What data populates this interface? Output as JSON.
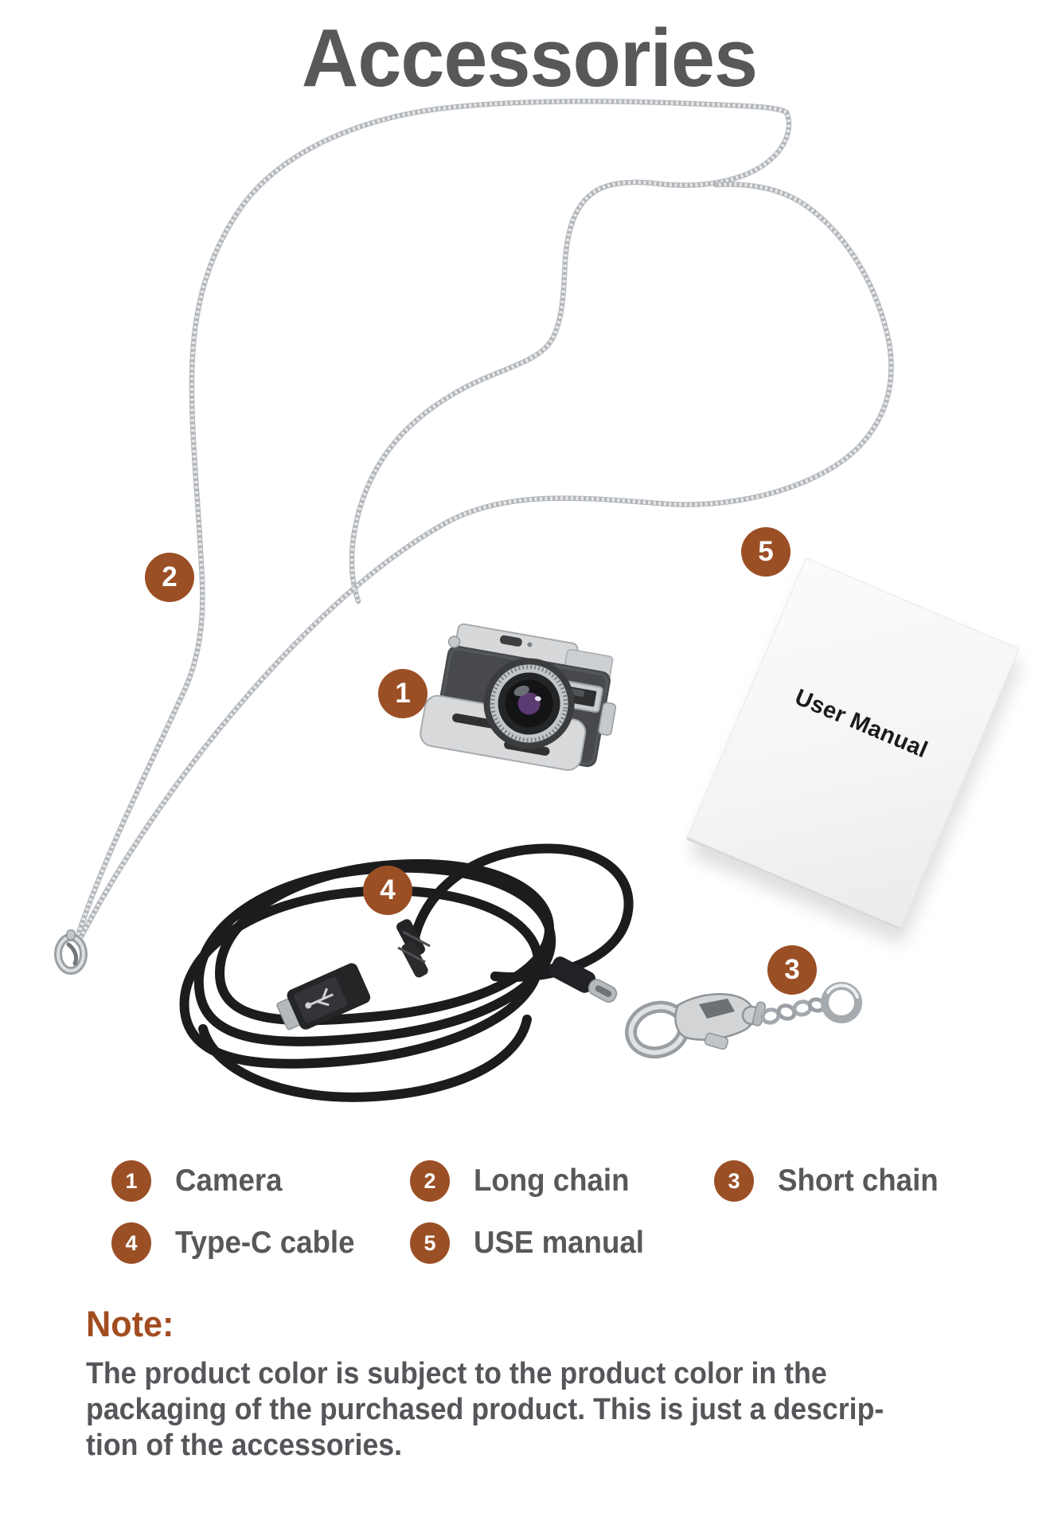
{
  "title": "Accessories",
  "callouts": [
    {
      "num": "1",
      "item": "camera"
    },
    {
      "num": "2",
      "item": "long-chain"
    },
    {
      "num": "3",
      "item": "short-chain"
    },
    {
      "num": "4",
      "item": "type-c-cable"
    },
    {
      "num": "5",
      "item": "user-manual"
    }
  ],
  "manual_cover": "User Manual",
  "legend": [
    {
      "num": "1",
      "label": "Camera"
    },
    {
      "num": "2",
      "label": "Long chain"
    },
    {
      "num": "3",
      "label": "Short chain"
    },
    {
      "num": "4",
      "label": "Type-C cable"
    },
    {
      "num": "5",
      "label": "USE manual"
    }
  ],
  "note": {
    "heading": "Note:",
    "lines": [
      "The product color is subject to the product color in the",
      "packaging of the purchased product. This is just a descrip-",
      "tion of the accessories."
    ]
  },
  "colors": {
    "accent_brown": "#9b4f25",
    "note_heading": "#a24d20",
    "text_gray": "#56585a",
    "chain_silver": "#c6c9cc",
    "cable_black": "#1c1c1e"
  }
}
